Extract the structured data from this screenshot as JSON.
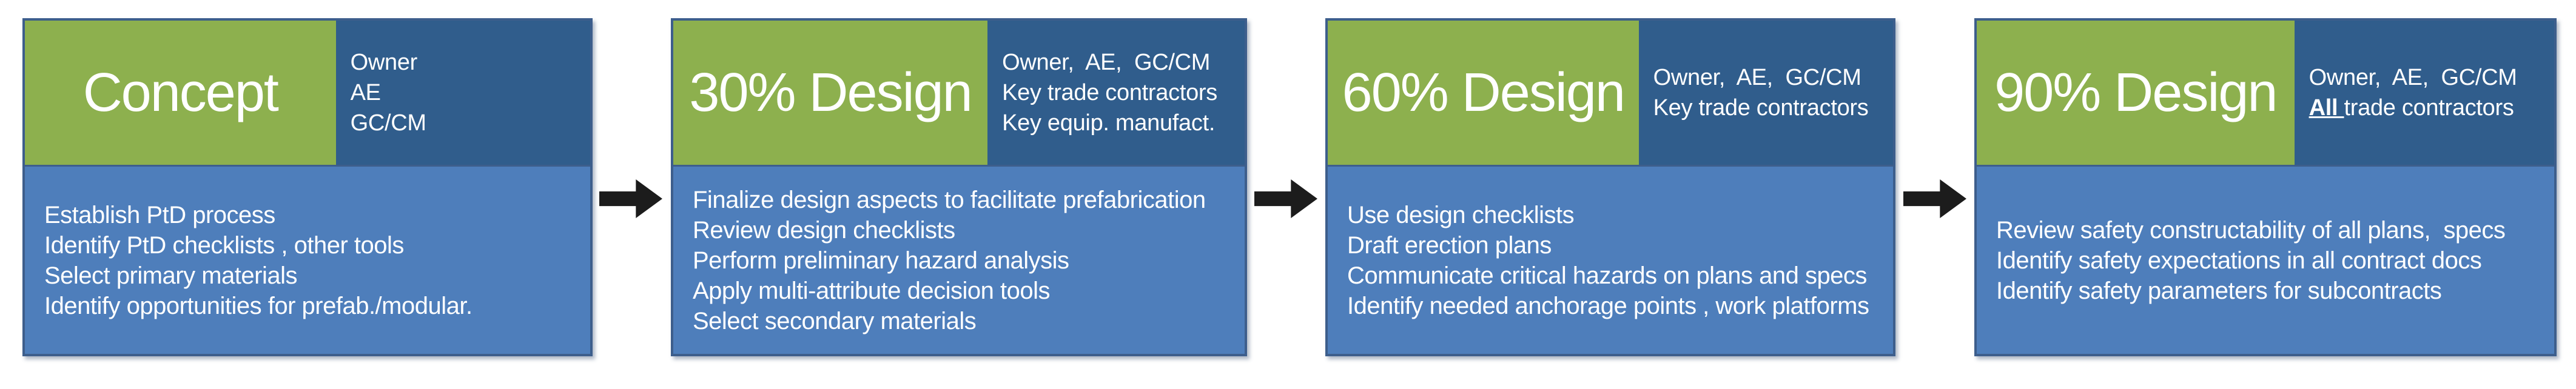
{
  "colors": {
    "stage_green": "#8DB04E",
    "participants_blue": "#305D8C",
    "body_blue": "#4E7EBB",
    "border_blue": "#3D5E8C",
    "arrow_black": "#1C1C1C",
    "text_white": "#FFFFFF",
    "background": "#FFFFFF"
  },
  "stages": [
    {
      "title": "Concept",
      "participants": [
        "Owner",
        "AE",
        "GC/CM"
      ],
      "activities": [
        "Establish PtD process",
        "Identify PtD checklists , other tools",
        "Select primary materials",
        "Identify opportunities for prefab./modular."
      ]
    },
    {
      "title": "30% Design",
      "participants": [
        "Owner,  AE,  GC/CM",
        "Key trade contractors",
        "Key equip. manufact."
      ],
      "activities": [
        "Finalize design aspects to facilitate prefabrication",
        "Review design checklists",
        "Perform preliminary hazard analysis",
        "Apply multi-attribute decision tools",
        "Select secondary materials"
      ]
    },
    {
      "title": "60% Design",
      "participants": [
        "Owner,  AE,  GC/CM",
        "Key trade contractors"
      ],
      "activities": [
        "Use design checklists",
        "Draft erection plans",
        "Communicate critical hazards on plans and specs",
        "Identify needed anchorage points , work platforms"
      ]
    },
    {
      "title": "90% Design",
      "participants": [
        "Owner,  AE,  GC/CM"
      ],
      "participants_emphasis": {
        "word": "All ",
        "rest": "trade contractors"
      },
      "activities": [
        "Review safety constructability of all plans,  specs",
        "Identify safety expectations in all contract docs",
        "Identify safety parameters for subcontracts"
      ]
    }
  ]
}
